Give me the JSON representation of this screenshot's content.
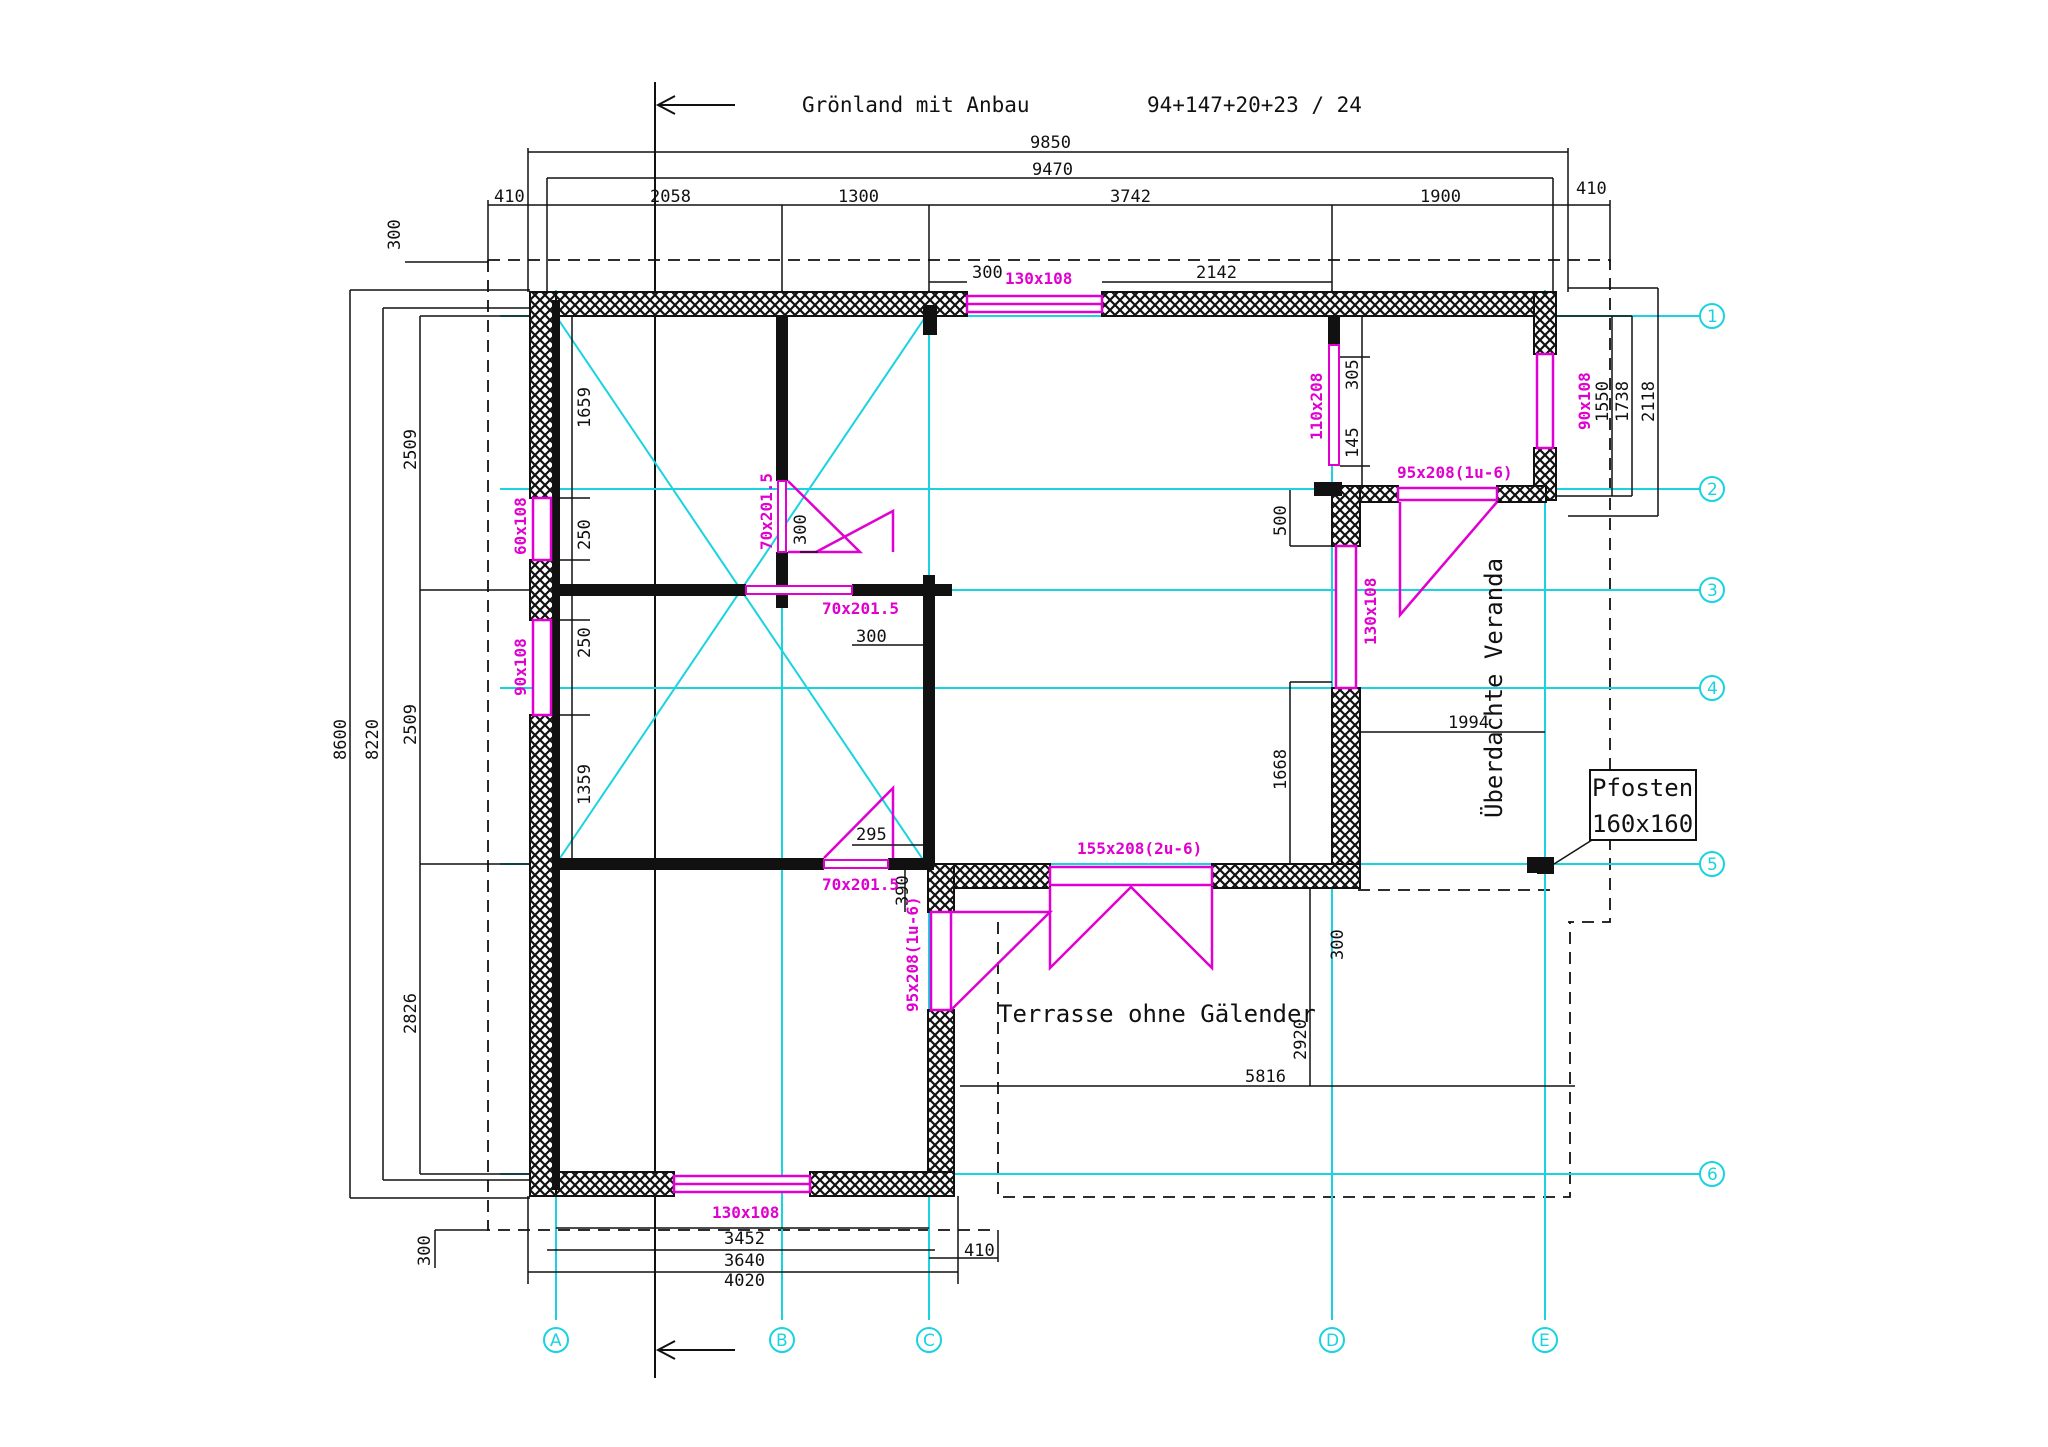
{
  "header": {
    "title": "Grönland mit Anbau",
    "code": "94+147+20+23 / 24"
  },
  "dimensions": {
    "top_total": "9850",
    "top_inner": "9470",
    "top_left_overhang": "410",
    "top_right_overhang": "410",
    "top_seg_1": "2058",
    "top_seg_2": "1300",
    "top_seg_3": "3742",
    "top_seg_4": "1900",
    "roof_overhang_top": "300",
    "roof_overhang_bottom": "300",
    "wall_offset_300": "300",
    "window_offset_2142": "2142",
    "left_total": "8600",
    "left_inner": "8220",
    "left_room_1": "2509",
    "left_room_2": "2509",
    "left_room_3": "2826",
    "left_window_off_1": "1659",
    "left_window_off_2": "250",
    "left_window_off_3": "250",
    "left_window_off_4": "1359",
    "right_1550": "1550",
    "right_1738": "1738",
    "right_2118": "2118",
    "bath_305": "305",
    "bath_145": "145",
    "wall_500": "500",
    "inner_300_a": "300",
    "inner_300_b": "300",
    "inner_295": "295",
    "inner_390": "390",
    "veranda_1994": "1994",
    "veranda_1668": "1668",
    "terrace_300": "300",
    "terrace_2920": "2920",
    "terrace_5816": "5816",
    "bottom_3452": "3452",
    "bottom_3640": "3640",
    "bottom_4020": "4020",
    "bottom_410": "410"
  },
  "openings": {
    "win_top": "130x108",
    "door_bath": "110x208",
    "win_right": "90x108",
    "door_veranda": "95x208(1u-6)",
    "win_left_1": "60x108",
    "win_left_2": "90x108",
    "door_inner_1": "70x201.5",
    "door_inner_2": "70x201.5",
    "door_inner_3": "70x201.5",
    "win_east": "130x108",
    "door_terrace": "155x208(2u-6)",
    "door_side": "95x208(1u-6)",
    "win_bottom": "130x108"
  },
  "labels": {
    "veranda": "Überdachte Veranda",
    "terrace": "Terrasse ohne Gälender",
    "post_line_1": "Pfosten",
    "post_line_2": "160x160"
  },
  "axes": {
    "rows": [
      "1",
      "2",
      "3",
      "4",
      "5",
      "6"
    ],
    "cols": [
      "A",
      "B",
      "C",
      "D",
      "E"
    ]
  }
}
